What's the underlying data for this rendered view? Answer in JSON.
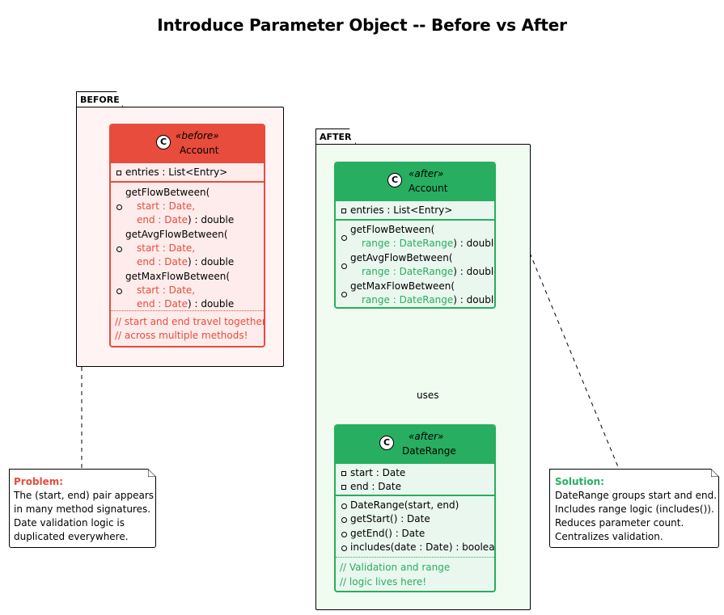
{
  "title": "Introduce Parameter Object -- Before vs After",
  "colors": {
    "before_accent": "#e74c3c",
    "before_fill": "#fdeceb",
    "before_pkg_fill": "#fff3f3",
    "after_accent": "#27ae60",
    "after_fill": "#eaf7ef",
    "after_pkg_fill": "#f1fcf1"
  },
  "packages": {
    "before": {
      "label": "BEFORE"
    },
    "after": {
      "label": "AFTER"
    }
  },
  "before_account": {
    "badge": "C",
    "stereotype": "«before»",
    "name": "Account",
    "field": "entries : List<Entry>",
    "methods": [
      {
        "name": "getFlowBetween(",
        "p1": "start : Date,",
        "p2": "end : Date",
        "ret": ") : double"
      },
      {
        "name": "getAvgFlowBetween(",
        "p1": "start : Date,",
        "p2": "end : Date",
        "ret": ") : double"
      },
      {
        "name": "getMaxFlowBetween(",
        "p1": "start : Date,",
        "p2": "end : Date",
        "ret": ") : double"
      }
    ],
    "comment1": "// start and end travel together",
    "comment2": "// across multiple methods!"
  },
  "after_account": {
    "badge": "C",
    "stereotype": "«after»",
    "name": "Account",
    "field": "entries : List<Entry>",
    "methods": [
      {
        "name": "getFlowBetween(",
        "p1": "range : DateRange",
        "ret": ") : double"
      },
      {
        "name": "getAvgFlowBetween(",
        "p1": "range : DateRange",
        "ret": ") : double"
      },
      {
        "name": "getMaxFlowBetween(",
        "p1": "range : DateRange",
        "ret": ") : double"
      }
    ]
  },
  "date_range": {
    "badge": "C",
    "stereotype": "«after»",
    "name": "DateRange",
    "fields": [
      "start : Date",
      "end : Date"
    ],
    "methods": [
      "DateRange(start, end)",
      "getStart() : Date",
      "getEnd() : Date",
      "includes(date : Date) : boolean"
    ],
    "comment1": "// Validation and range",
    "comment2": "// logic lives here!"
  },
  "edge": {
    "label": "uses"
  },
  "problem_note": {
    "heading": "Problem:",
    "lines": [
      "The (start, end) pair appears",
      "in many method signatures.",
      "Date validation logic is",
      "duplicated everywhere."
    ]
  },
  "solution_note": {
    "heading": "Solution:",
    "lines": [
      "DateRange groups start and end.",
      "Includes range logic (includes()).",
      "Reduces parameter count.",
      "Centralizes validation."
    ]
  }
}
